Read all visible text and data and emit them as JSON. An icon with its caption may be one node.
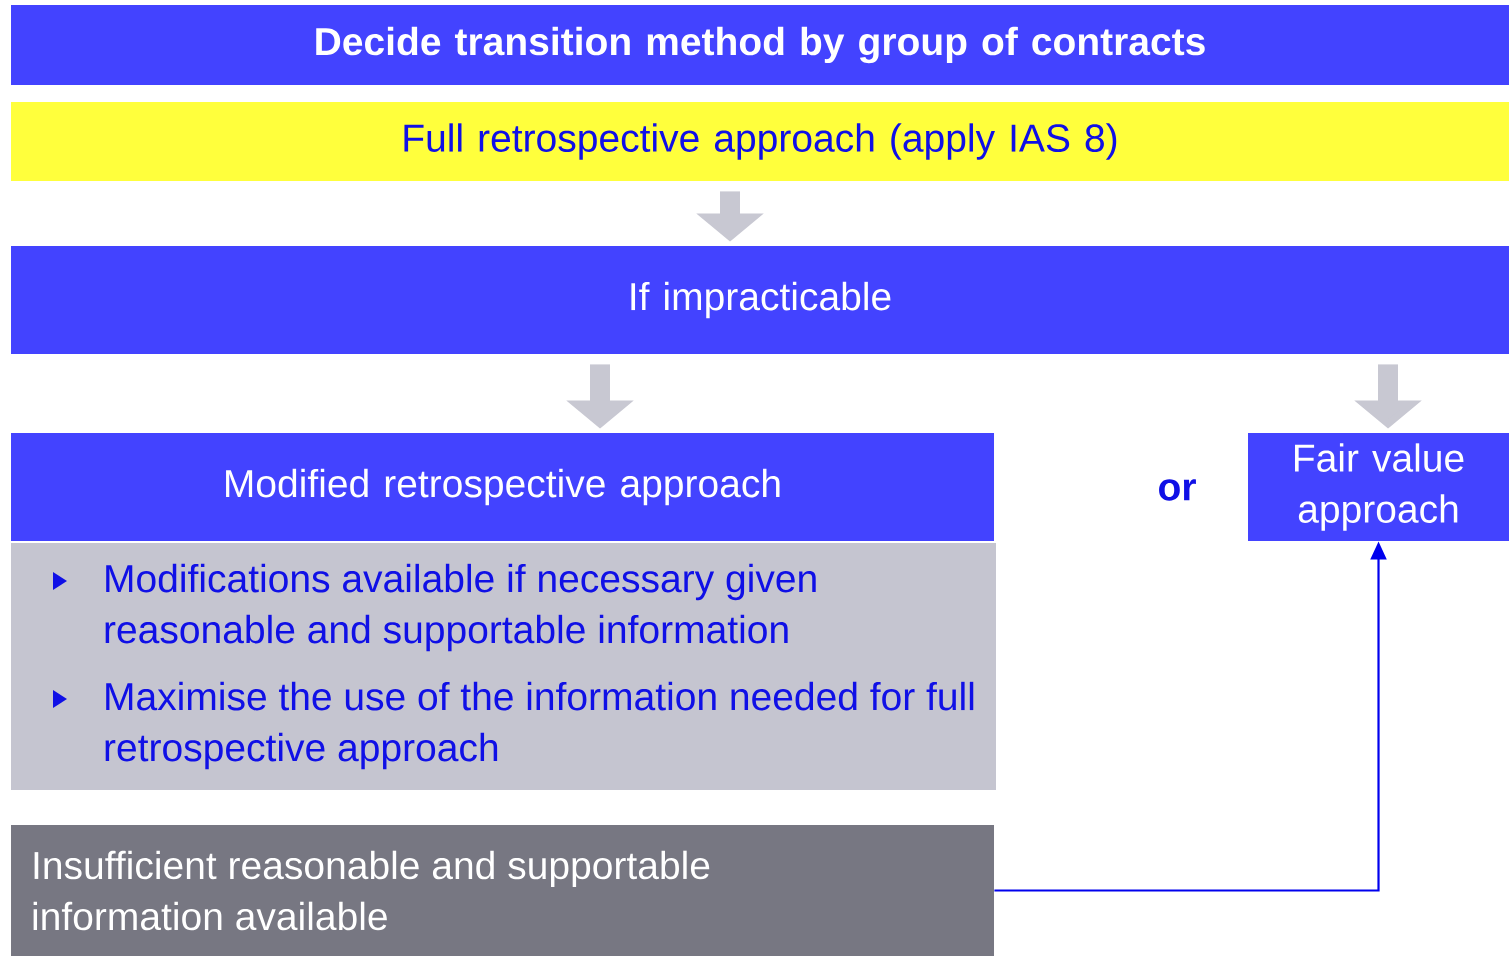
{
  "diagram": {
    "nodes": [
      {
        "text": [
          "Decide transition method by group of contracts"
        ]
      },
      {
        "text": [
          "Full retrospective approach (apply IAS 8)"
        ]
      },
      {
        "text": [
          "If impracticable"
        ]
      },
      {
        "text": [
          "Modified retrospective approach"
        ]
      },
      {
        "text": [
          "Modifications available if necessary given reasonable and supportable information",
          "Maximise the use of the information needed for full retrospective approach"
        ]
      },
      {
        "text": [
          "Insufficient reasonable and supportable information available"
        ]
      },
      {
        "text": [
          "Fair value approach"
        ]
      }
    ],
    "edges": [
      {
        "from": 1,
        "to": 2,
        "arrow": "to"
      },
      {
        "from": 2,
        "to": 3,
        "arrow": "to"
      },
      {
        "from": 2,
        "to": 6,
        "arrow": "to"
      },
      {
        "from": 5,
        "to": 6,
        "arrow": "to",
        "color": "#0000ee"
      }
    ],
    "labels": [
      "or"
    ]
  }
}
